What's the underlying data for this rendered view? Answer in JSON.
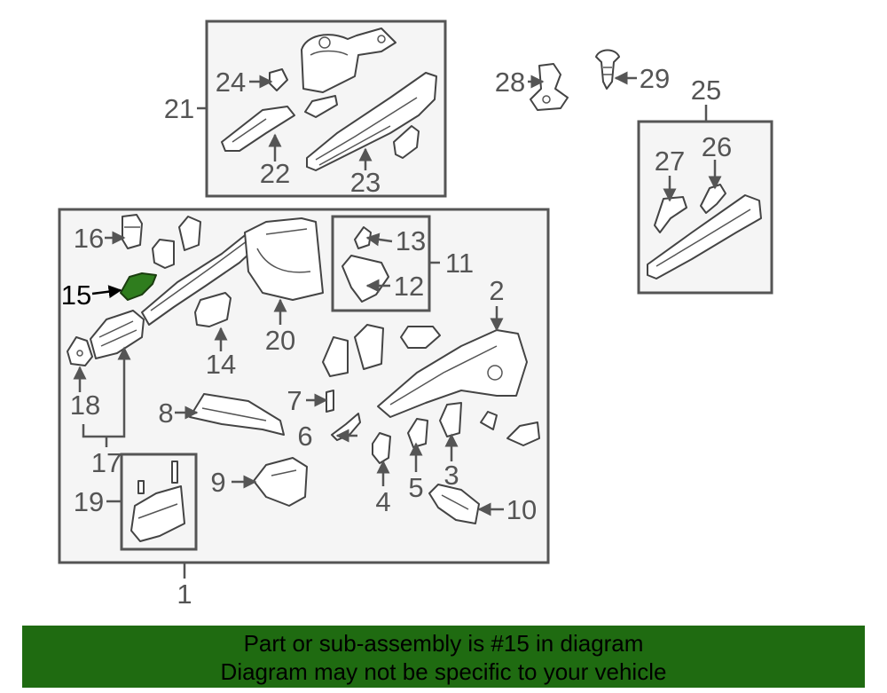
{
  "banner": {
    "line1": "Part or sub-assembly is #15 in diagram",
    "line2": "Diagram may not be specific to your vehicle"
  },
  "highlighted_part": "15",
  "highlight_color": "#2f7d1e",
  "banner_color": "#1f6b11",
  "callouts": {
    "c1": "1",
    "c2": "2",
    "c3": "3",
    "c4": "4",
    "c5": "5",
    "c6": "6",
    "c7": "7",
    "c8": "8",
    "c9": "9",
    "c10": "10",
    "c11": "11",
    "c12": "12",
    "c13": "13",
    "c14": "14",
    "c15": "15",
    "c16": "16",
    "c17": "17",
    "c18": "18",
    "c19": "19",
    "c20": "20",
    "c21": "21",
    "c22": "22",
    "c23": "23",
    "c24": "24",
    "c25": "25",
    "c26": "26",
    "c27": "27",
    "c28": "28",
    "c29": "29"
  }
}
